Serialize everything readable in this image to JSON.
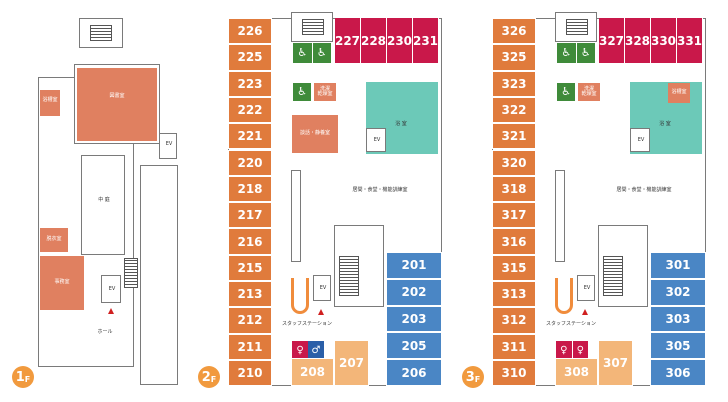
{
  "floors": {
    "f1": {
      "badge_num": "1",
      "badge_suffix": "F",
      "labels": {
        "upper_room": "図書室",
        "left_room": "浴槽室",
        "center": "中 庭",
        "left_room2": "脱衣室",
        "left_room3": "事務室",
        "ev1": "EV",
        "ev2": "EV",
        "hall": "ホール"
      }
    },
    "f2": {
      "badge_num": "2",
      "badge_suffix": "F",
      "left_rooms": [
        "226",
        "225",
        "223",
        "222",
        "221",
        "220",
        "218",
        "217",
        "216",
        "215",
        "213",
        "212",
        "211",
        "210"
      ],
      "top_rooms": [
        "227",
        "228",
        "230",
        "231"
      ],
      "right_rooms": [
        "201",
        "202",
        "203",
        "205",
        "206"
      ],
      "bottom_rooms": [
        "208",
        "207"
      ],
      "labels": {
        "wc": "洗濯\n乾燥室",
        "consult": "談話・静養室",
        "bath": "浴 室",
        "ev_upper": "EV",
        "ev_lower": "EV",
        "dining": "居間・食堂・機能訓練室",
        "staff": "スタッフステーション"
      }
    },
    "f3": {
      "badge_num": "3",
      "badge_suffix": "F",
      "left_rooms": [
        "326",
        "325",
        "323",
        "322",
        "321",
        "320",
        "318",
        "317",
        "316",
        "315",
        "313",
        "312",
        "311",
        "310"
      ],
      "top_rooms": [
        "327",
        "328",
        "330",
        "331"
      ],
      "right_rooms": [
        "301",
        "302",
        "303",
        "305",
        "306"
      ],
      "bottom_rooms": [
        "308",
        "307"
      ],
      "labels": {
        "wc": "洗濯\n乾燥室",
        "toilet": "浴槽室",
        "bath": "浴 室",
        "ev_upper": "EV",
        "ev_lower": "EV",
        "dining": "居間・食堂・機能訓練室",
        "staff": "スタッフステーション"
      }
    }
  },
  "colors": {
    "room_orange": "#e07b3c",
    "room_red": "#c9184a",
    "room_blue": "#4a86c5",
    "room_light_orange": "#f3b679",
    "teal": "#6cc9b8",
    "green": "#3f8b3a",
    "badge": "#f19a3e"
  },
  "icons": [
    "wheelchair-icon",
    "toilet-male-icon",
    "toilet-female-icon",
    "stairs-icon",
    "entrance-arrow-icon"
  ]
}
